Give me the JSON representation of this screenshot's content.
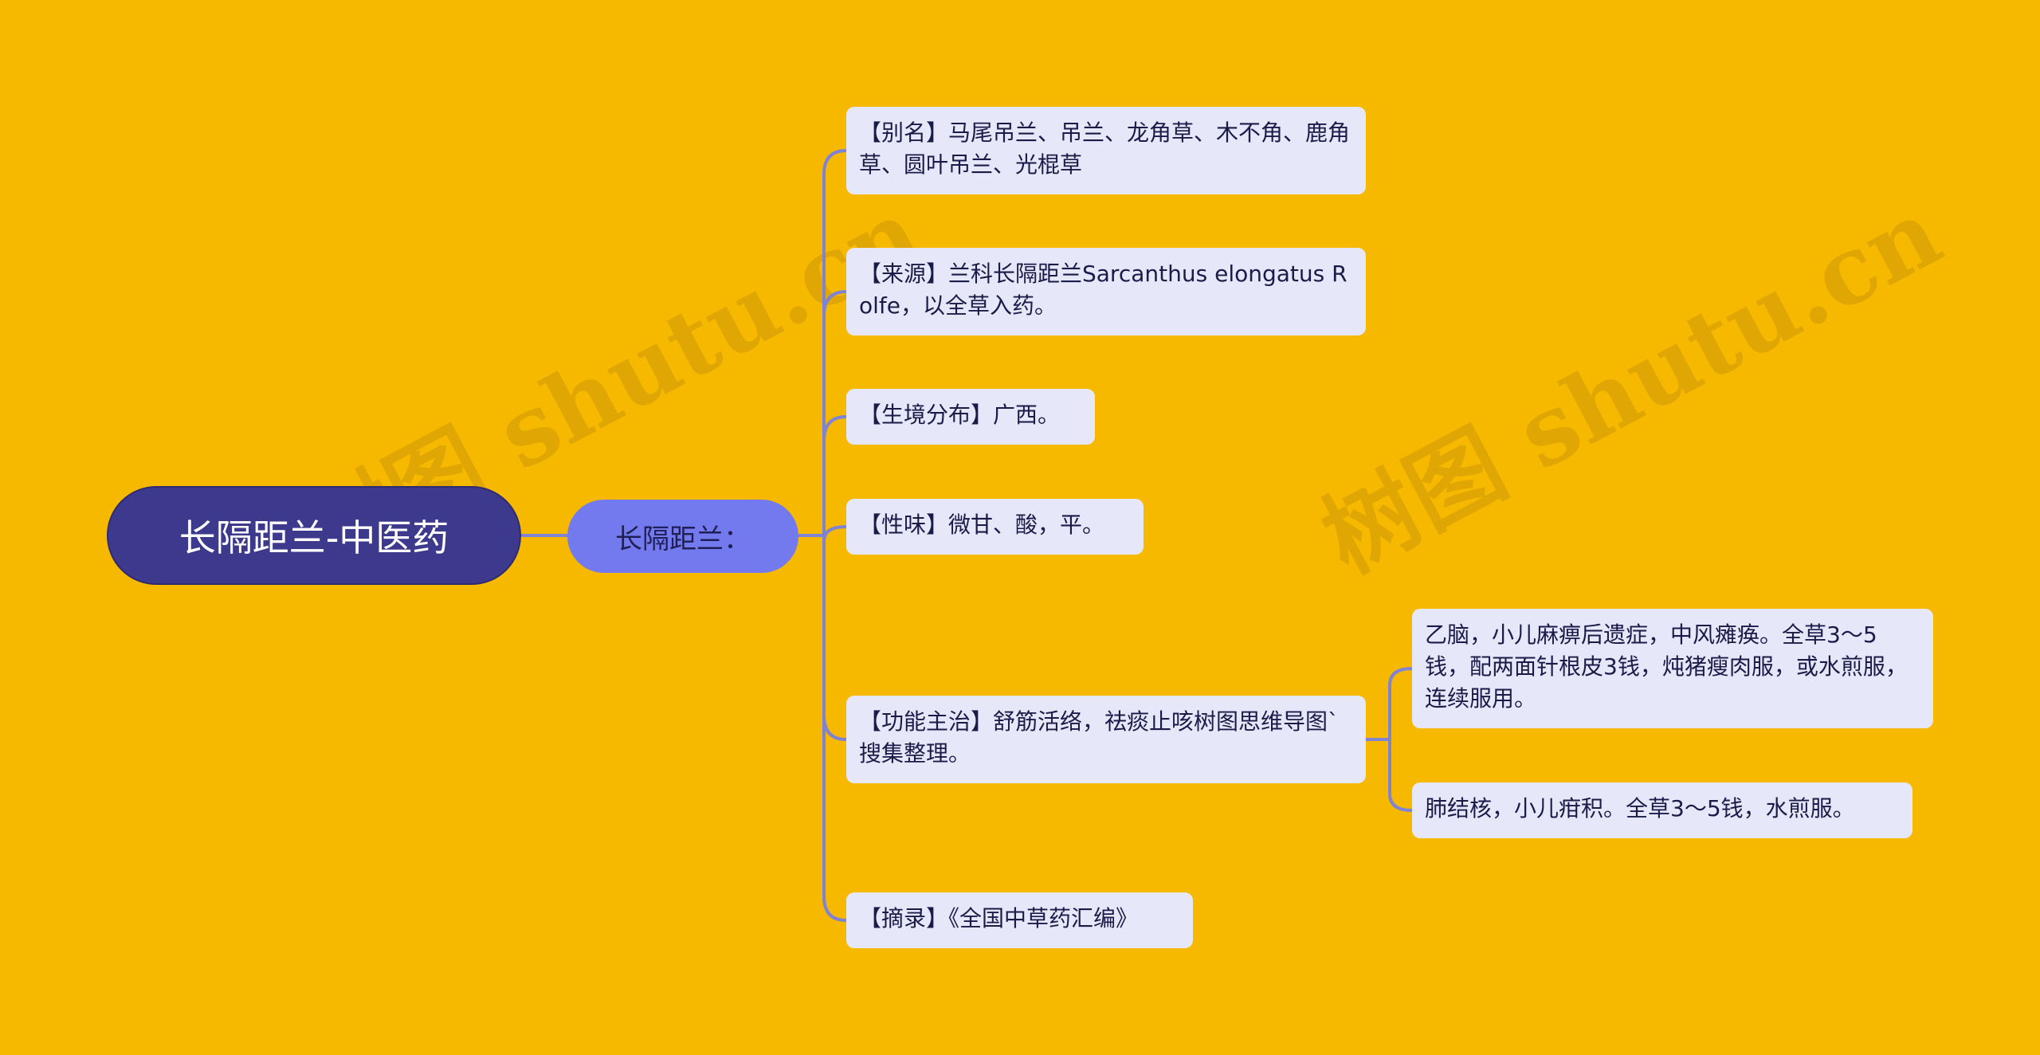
{
  "root": {
    "label": "长隔距兰-中医药"
  },
  "topic": {
    "label": "长隔距兰："
  },
  "items": [
    {
      "text": "【别名】马尾吊兰、吊兰、龙角草、木不角、鹿角草、圆叶吊兰、光棍草"
    },
    {
      "text": "【来源】兰科长隔距兰Sarcanthus elongatus Rolfe，以全草入药。"
    },
    {
      "text": "【生境分布】广西。"
    },
    {
      "text": "【性味】微甘、酸，平。"
    },
    {
      "text": "【功能主治】舒筋活络，祛痰止咳树图思维导图`搜集整理。",
      "children": [
        {
          "text": "乙脑，小儿麻痹后遗症，中风瘫痪。全草3～5钱，配两面针根皮3钱，炖猪瘦肉服，或水煎服，连续服用。"
        },
        {
          "text": "肺结核，小儿疳积。全草3～5钱，水煎服。"
        }
      ]
    },
    {
      "text": "【摘录】《全国中草药汇编》"
    }
  ],
  "watermark": {
    "text": "树图 shutu.cn"
  },
  "colors": {
    "background": "#F7B800",
    "root_fill": "#3D3A8E",
    "topic_fill": "#737AEE",
    "leaf_fill": "#E6E7F8",
    "connector": "#7F83D6"
  }
}
